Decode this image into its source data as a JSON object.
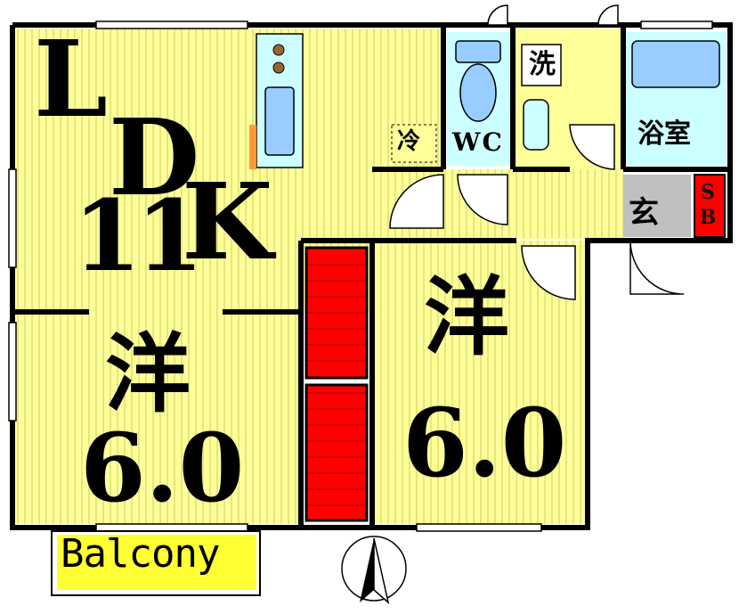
{
  "rooms": {
    "ldk": {
      "l": "L",
      "d": "D",
      "k": "K",
      "size": "11"
    },
    "western_west": {
      "name": "洋",
      "size": "6.0"
    },
    "western_east": {
      "name": "洋",
      "size": "6.0"
    },
    "wc": "WC",
    "fridge": "冷",
    "washer": "洗",
    "bath": "浴室",
    "entrance": "玄",
    "shoe_box": [
      "S",
      "B"
    ],
    "balcony": "Balcony"
  },
  "colors": {
    "floor": "#ffff99",
    "floor_stripe": "#d8d86a",
    "wall": "#000000",
    "wet_area": "#ccffff",
    "closet": "#ff0000",
    "entrance_floor": "#c0c0c0",
    "balcony_fill": "#ffff33",
    "fixture": "#99ccff"
  },
  "icons": [
    "north-arrow-icon",
    "toilet-icon",
    "bathtub-icon",
    "sink-icon",
    "stove-icon"
  ]
}
